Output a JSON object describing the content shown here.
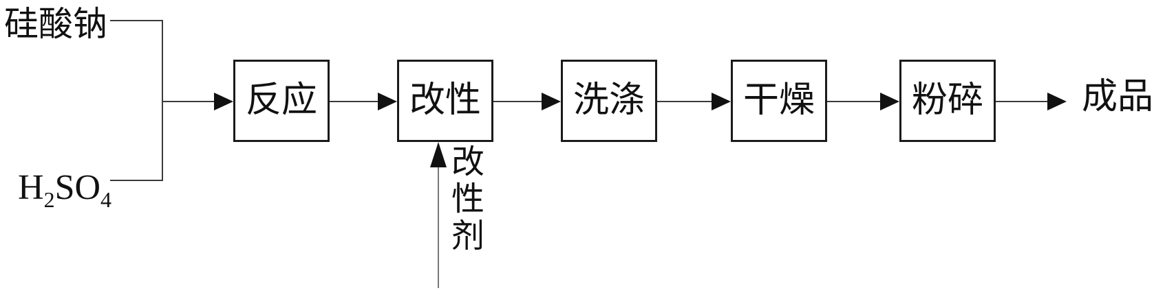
{
  "flowchart": {
    "input_top_label": "硅酸钠",
    "input_bottom_formula": {
      "p0": "H",
      "p1": "2",
      "p2": "SO",
      "p3": "4"
    },
    "steps": [
      "反应",
      "改性",
      "洗涤",
      "干燥",
      "粉碎"
    ],
    "side_input_label": "改性剂",
    "output_label": "成品"
  },
  "colors": {
    "line": "#3a3a3a",
    "thin_line": "#777777",
    "arrowhead": "#111111",
    "box_border": "#1a1a1a",
    "text": "#111111",
    "background": "#ffffff"
  }
}
